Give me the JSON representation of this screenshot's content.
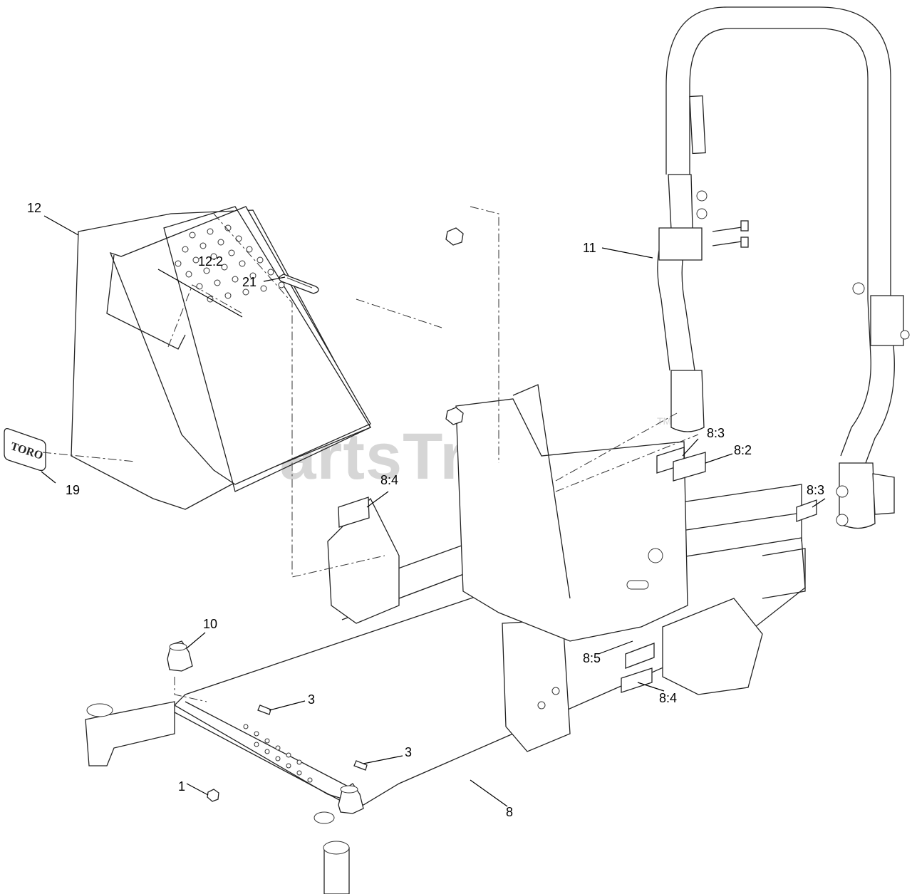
{
  "watermark": {
    "text": "PartsTree",
    "tm": "TM"
  },
  "logo": {
    "text": "TORO"
  },
  "callouts": [
    {
      "id": "11",
      "label": "11"
    },
    {
      "id": "12-2",
      "label": "12:2"
    },
    {
      "id": "12",
      "label": "12"
    },
    {
      "id": "19",
      "label": "19"
    },
    {
      "id": "8-4-top",
      "label": "8:4"
    },
    {
      "id": "8-3-top",
      "label": "8:3"
    },
    {
      "id": "8-2",
      "label": "8:2"
    },
    {
      "id": "8-3-right",
      "label": "8:3"
    },
    {
      "id": "21",
      "label": "21"
    },
    {
      "id": "10",
      "label": "10"
    },
    {
      "id": "8-5",
      "label": "8:5"
    },
    {
      "id": "3-upper",
      "label": "3"
    },
    {
      "id": "3-lower",
      "label": "3"
    },
    {
      "id": "8-4-bottom",
      "label": "8:4"
    },
    {
      "id": "1",
      "label": "1"
    },
    {
      "id": "8",
      "label": "8"
    }
  ]
}
